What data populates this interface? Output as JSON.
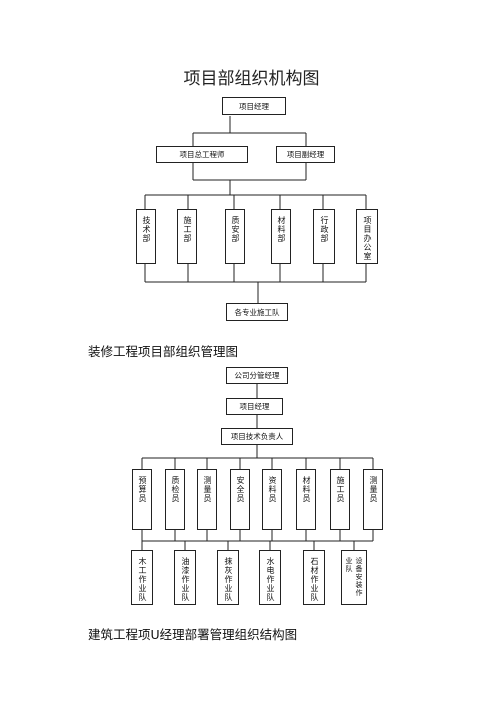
{
  "chart1": {
    "title": "项目部组织机构图",
    "top": "项目经理",
    "second": [
      "项目总工程师",
      "项目副经理"
    ],
    "departments": [
      "技术部",
      "施工部",
      "质安部",
      "材料部",
      "行政部",
      "项目办公室"
    ],
    "bottom": "各专业施工队"
  },
  "chart2": {
    "title": "装修工程项目部组织管理图",
    "levels": [
      "公司分管经理",
      "项目经理",
      "项目技术负责人"
    ],
    "staff": [
      "预算员",
      "质检员",
      "测量员",
      "安全员",
      "资料员",
      "材料员",
      "施工员",
      "测量员"
    ],
    "teams": [
      "木工作业队",
      "油漆作业队",
      "抹灰作业队",
      "水电作业队",
      "石材作业队",
      "设备安装作业队"
    ]
  },
  "chart3": {
    "title": "建筑工程项U经理部署管理组织结构图"
  }
}
